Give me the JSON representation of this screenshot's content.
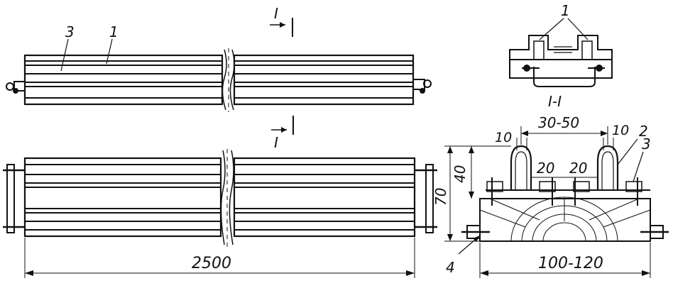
{
  "drawing": {
    "section_mark": "I",
    "section_title": "I-I",
    "callouts": {
      "strip": "1",
      "sealing_channel": "2",
      "fixing_bar": "3",
      "clamp": "4"
    },
    "dimensions": {
      "length": "2500",
      "width": "100-120",
      "height_total": "70",
      "height_channel": "40",
      "gap": "30-50",
      "wall_left": "10",
      "wall_right": "10",
      "inner_left": "20",
      "inner_right": "20"
    },
    "colors": {
      "ink": "#111111",
      "paper": "#ffffff"
    }
  }
}
